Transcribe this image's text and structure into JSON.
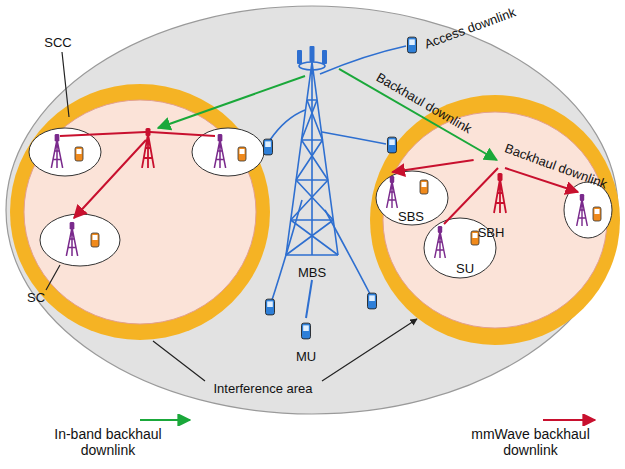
{
  "diagram": {
    "nodes": [
      {
        "text": [
          "MBS"
        ]
      },
      {
        "text": [
          "SBH"
        ]
      },
      {
        "text": [
          "SBS"
        ]
      },
      {
        "text": [
          "SU"
        ]
      },
      {
        "text": [
          "MU"
        ]
      }
    ],
    "edges": [
      {
        "from": 0,
        "to": 1,
        "arrow": "to",
        "label": "Backhaul downlink"
      },
      {
        "from": 1,
        "to": 2,
        "arrow": "to"
      },
      {
        "from": 0,
        "to": 4,
        "arrow": "none"
      }
    ],
    "labels": [
      "SCC",
      "Access downlink",
      "Backhaul downlink",
      "SC",
      "Interference area"
    ],
    "legend": [
      {
        "text": "In-band backhaul downlink"
      },
      {
        "text": "mmWave backhaul downlink"
      }
    ]
  }
}
